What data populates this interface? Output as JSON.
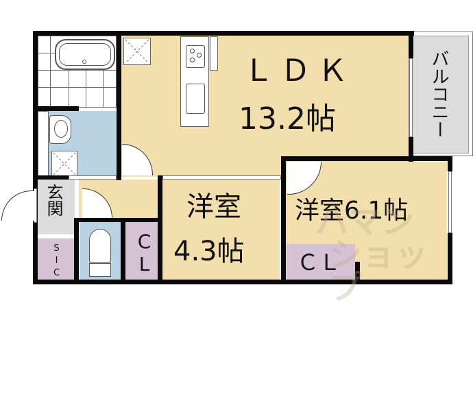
{
  "floorplan": {
    "rooms": {
      "ldk": {
        "name": "ＬＤＫ",
        "size": "13.2帖"
      },
      "western_room_1": {
        "name": "洋室",
        "size": "4.3帖"
      },
      "western_room_2": {
        "label": "洋室6.1帖"
      },
      "balcony": {
        "label": "バルコニー"
      },
      "entrance": {
        "label": "玄関"
      },
      "shoe_closet": {
        "label": "SIC"
      },
      "closet_1": {
        "label": "CL"
      },
      "closet_2": {
        "label": "ＣＬ"
      }
    },
    "watermark": {
      "line1": "ハマン",
      "line2": "ショップ"
    },
    "colors": {
      "ldk": "#f2dfab",
      "water_area": "#b9d3e2",
      "closet": "#d5c3d5",
      "entrance": "#dcdcdc",
      "balcony": "#dcdcdc",
      "wall": "#0a0a0a"
    }
  }
}
